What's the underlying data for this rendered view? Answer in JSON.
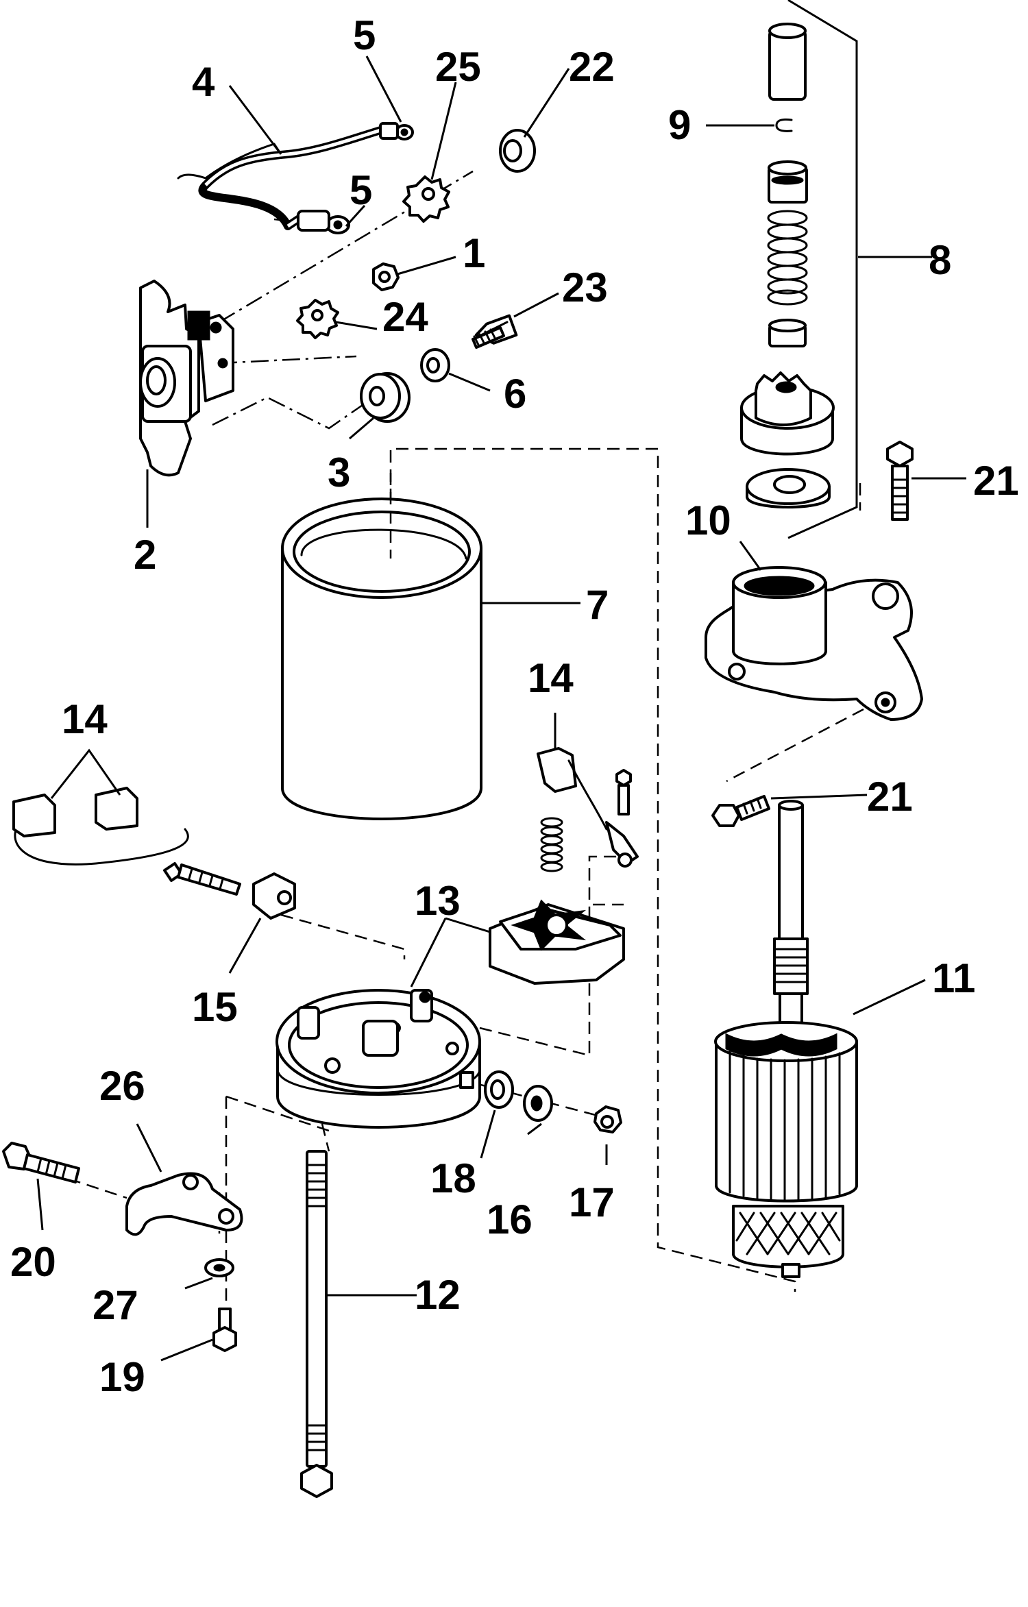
{
  "callouts": {
    "c1": "1",
    "c2": "2",
    "c3": "3",
    "c4": "4",
    "c5a": "5",
    "c5b": "5",
    "c6": "6",
    "c7": "7",
    "c8": "8",
    "c9": "9",
    "c10": "10",
    "c11": "11",
    "c12": "12",
    "c13": "13",
    "c14a": "14",
    "c14b": "14",
    "c15": "15",
    "c16": "16",
    "c17": "17",
    "c18": "18",
    "c19": "19",
    "c20": "20",
    "c21a": "21",
    "c21b": "21",
    "c22": "22",
    "c23": "23",
    "c24": "24",
    "c25": "25",
    "c26": "26",
    "c27": "27"
  },
  "colors": {
    "ink": "#000000",
    "paper": "#ffffff"
  }
}
